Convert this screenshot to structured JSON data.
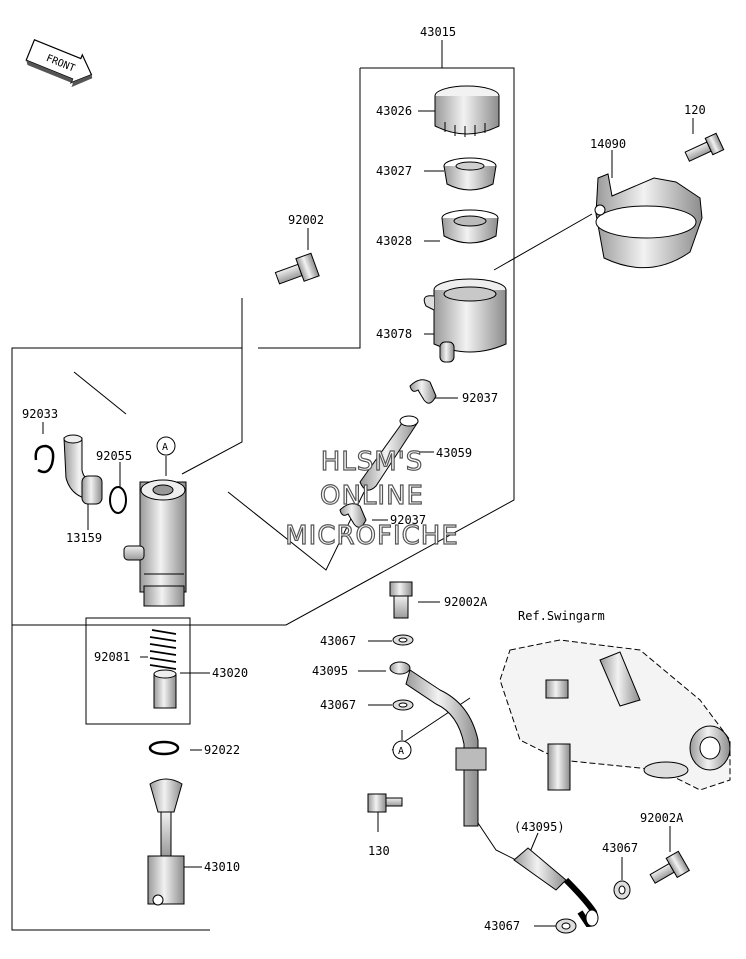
{
  "front_label": "FRONT",
  "ref_label": "Ref.Swingarm",
  "marker_letter": "A",
  "watermark": [
    "HLSM'S",
    "ONLINE",
    "MICROFICHE"
  ],
  "part_numbers": {
    "p43015": "43015",
    "p43026": "43026",
    "p43027": "43027",
    "p43028": "43028",
    "p43078": "43078",
    "p92037a": "92037",
    "p43059": "43059",
    "p92037b": "92037",
    "p14090": "14090",
    "p120": "120",
    "p92002": "92002",
    "p92033": "92033",
    "p92055": "92055",
    "p13159": "13159",
    "p92081": "92081",
    "p43020": "43020",
    "p92022": "92022",
    "p43010": "43010",
    "p92002A": "92002A",
    "p43067a": "43067",
    "p43095": "43095",
    "p43067b": "43067",
    "p130": "130",
    "p43095b": "(43095)",
    "p92002A2": "92002A",
    "p43067c": "43067",
    "p43067d": "43067"
  },
  "colors": {
    "ink": "#000000",
    "paper": "#ffffff",
    "shade": "#d9d9d9",
    "dark": "#8a8a8a"
  }
}
